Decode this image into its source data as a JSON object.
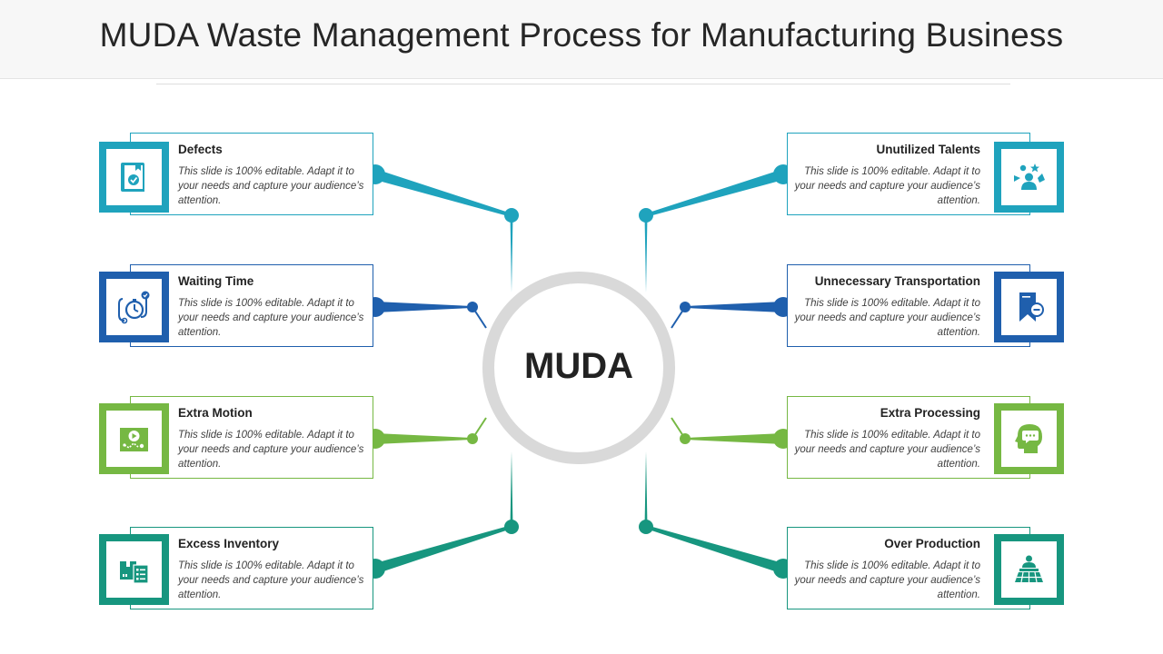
{
  "title": "MUDA Waste Management Process for Manufacturing Business",
  "center_label": "MUDA",
  "colors": {
    "teal": "#1fa3bd",
    "blue": "#1f5fad",
    "green": "#76b843",
    "dark_teal": "#17967f",
    "ring": "#d9d9d9"
  },
  "items": [
    {
      "title": "Defects",
      "description": "This slide is 100% editable. Adapt it to your needs and capture your audience’s attention.",
      "icon": "document-check-icon",
      "color": "#1fa3bd"
    },
    {
      "title": "Waiting Time",
      "description": "This slide is 100% editable. Adapt it to your needs and capture your audience’s attention.",
      "icon": "stopwatch-icon",
      "color": "#1f5fad"
    },
    {
      "title": "Extra Motion",
      "description": "This slide is 100% editable. Adapt it to your needs and capture your audience’s attention.",
      "icon": "video-motion-icon",
      "color": "#76b843"
    },
    {
      "title": "Excess Inventory",
      "description": "This slide is 100% editable. Adapt it to your needs and capture your audience’s attention.",
      "icon": "inventory-box-icon",
      "color": "#17967f"
    },
    {
      "title": "Unutilized Talents",
      "description": "This slide is 100% editable. Adapt it to your needs and capture your audience’s attention.",
      "icon": "talent-person-icon",
      "color": "#1fa3bd"
    },
    {
      "title": "Unnecessary Transportation",
      "description": "This slide is 100% editable. Adapt it to your needs and capture your audience’s attention.",
      "icon": "bookmark-minus-icon",
      "color": "#1f5fad"
    },
    {
      "title": "Extra Processing",
      "description": "This slide is 100% editable. Adapt it to your needs and capture your audience’s attention.",
      "icon": "head-chat-icon",
      "color": "#76b843"
    },
    {
      "title": "Over Production",
      "description": "This slide is 100% editable. Adapt it to your needs and capture your audience’s attention.",
      "icon": "production-line-icon",
      "color": "#17967f"
    }
  ]
}
